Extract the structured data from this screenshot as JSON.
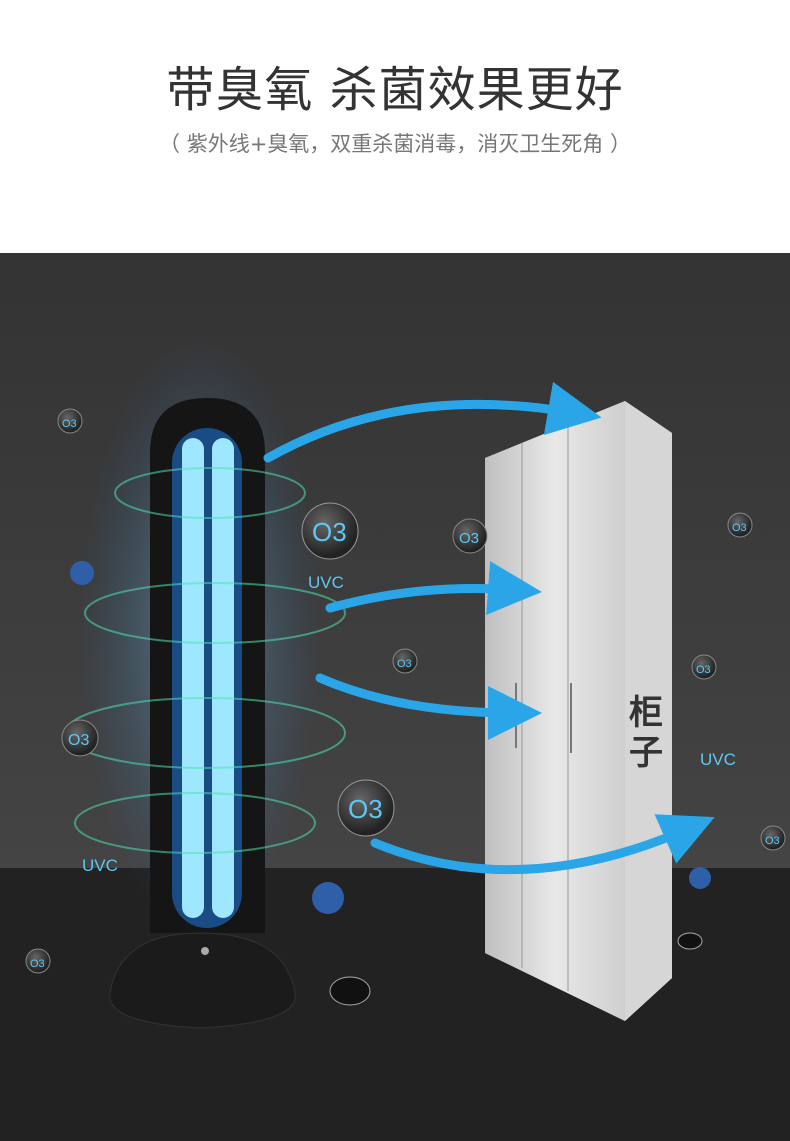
{
  "header": {
    "title": "带臭氧  杀菌效果更好",
    "subtitle": "（ 紫外线+臭氧，双重杀菌消毒，消灭卫生死角 ）"
  },
  "scene": {
    "uvc_labels": [
      "UVC",
      "UVC",
      "UVC"
    ],
    "cabinet_label": "柜子",
    "ozone_label": "O3",
    "colors": {
      "background": "#3a3a3a",
      "floor": "#222222",
      "arrow": "#2aa6e8",
      "uv_glow": "#6fd3ff"
    }
  }
}
